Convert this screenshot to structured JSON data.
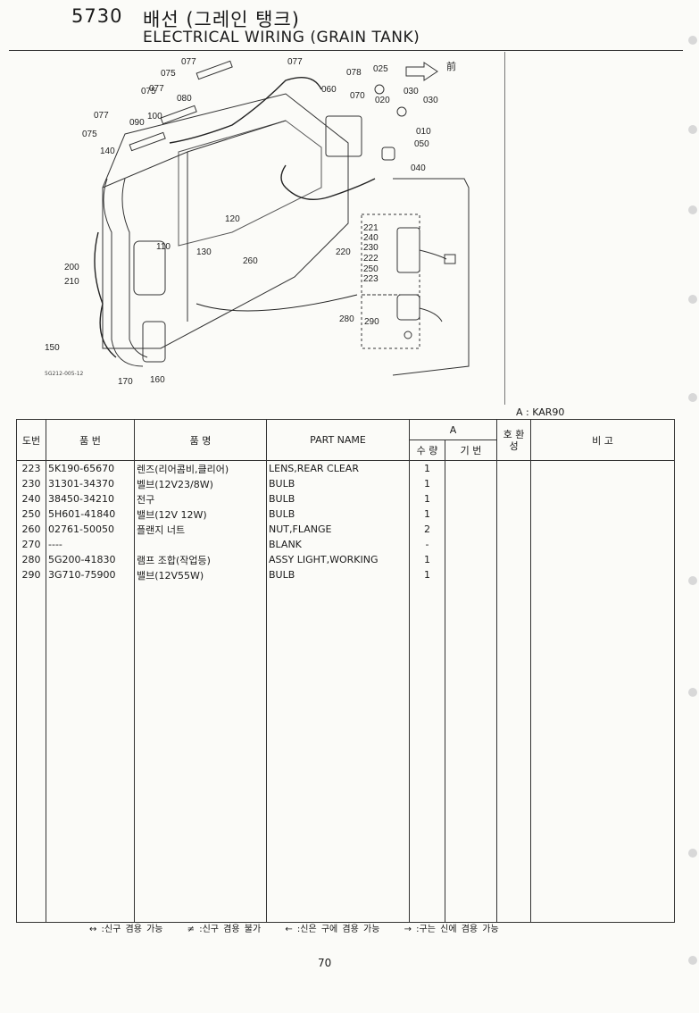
{
  "header": {
    "code": "5730",
    "title_ko": "배선 (그레인 탱크)",
    "title_en": "ELECTRICAL WIRING (GRAIN TANK)"
  },
  "diagram": {
    "callouts": [
      "077",
      "077",
      "075",
      "077",
      "078",
      "025",
      "075",
      "080",
      "060",
      "070",
      "030",
      "020",
      "030",
      "077",
      "090",
      "100",
      "010",
      "050",
      "075",
      "140",
      "040",
      "221",
      "240",
      "230",
      "222",
      "250",
      "223",
      "120",
      "220",
      "110",
      "130",
      "260",
      "200",
      "210",
      "280",
      "290",
      "150",
      "170",
      "160"
    ],
    "front_marker": "前",
    "drawing_code": "5G212-005-12"
  },
  "variant_label": "A : KAR90",
  "table": {
    "headers": {
      "ref_no": "도번",
      "part_no": "품 번",
      "name_ko": "품 명",
      "part_name": "PART NAME",
      "group_a": "A",
      "qty": "수 량",
      "base": "기 번",
      "compat": "호 환 성",
      "remarks": "비 고"
    },
    "rows": [
      {
        "ref": "223",
        "part_no": "5K190-65670",
        "name_ko": "렌즈(리어콤비,클리어)",
        "name_en": "LENS,REAR CLEAR",
        "qty": "1"
      },
      {
        "ref": "230",
        "part_no": "31301-34370",
        "name_ko": "벨브(12V23/8W)",
        "name_en": "BULB",
        "qty": "1"
      },
      {
        "ref": "240",
        "part_no": "38450-34210",
        "name_ko": "전구",
        "name_en": "BULB",
        "qty": "1"
      },
      {
        "ref": "250",
        "part_no": "5H601-41840",
        "name_ko": "밸브(12V 12W)",
        "name_en": "BULB",
        "qty": "1"
      },
      {
        "ref": "260",
        "part_no": "02761-50050",
        "name_ko": "플랜지 너트",
        "name_en": "NUT,FLANGE",
        "qty": "2"
      },
      {
        "ref": "270",
        "part_no": "----",
        "name_ko": "",
        "name_en": "BLANK",
        "qty": "-"
      },
      {
        "ref": "280",
        "part_no": "5G200-41830",
        "name_ko": "램프 조합(작업등)",
        "name_en": "ASSY LIGHT,WORKING",
        "qty": "1"
      },
      {
        "ref": "290",
        "part_no": "3G710-75900",
        "name_ko": "밸브(12V55W)",
        "name_en": "BULB",
        "qty": "1"
      }
    ]
  },
  "legend": [
    "↔ :신구 겸용 가능",
    "≠ :신구 겸용 불가",
    "← :신은 구에 겸용 가능",
    "→ :구는 신에 겸용 가능"
  ],
  "page_number": "70"
}
